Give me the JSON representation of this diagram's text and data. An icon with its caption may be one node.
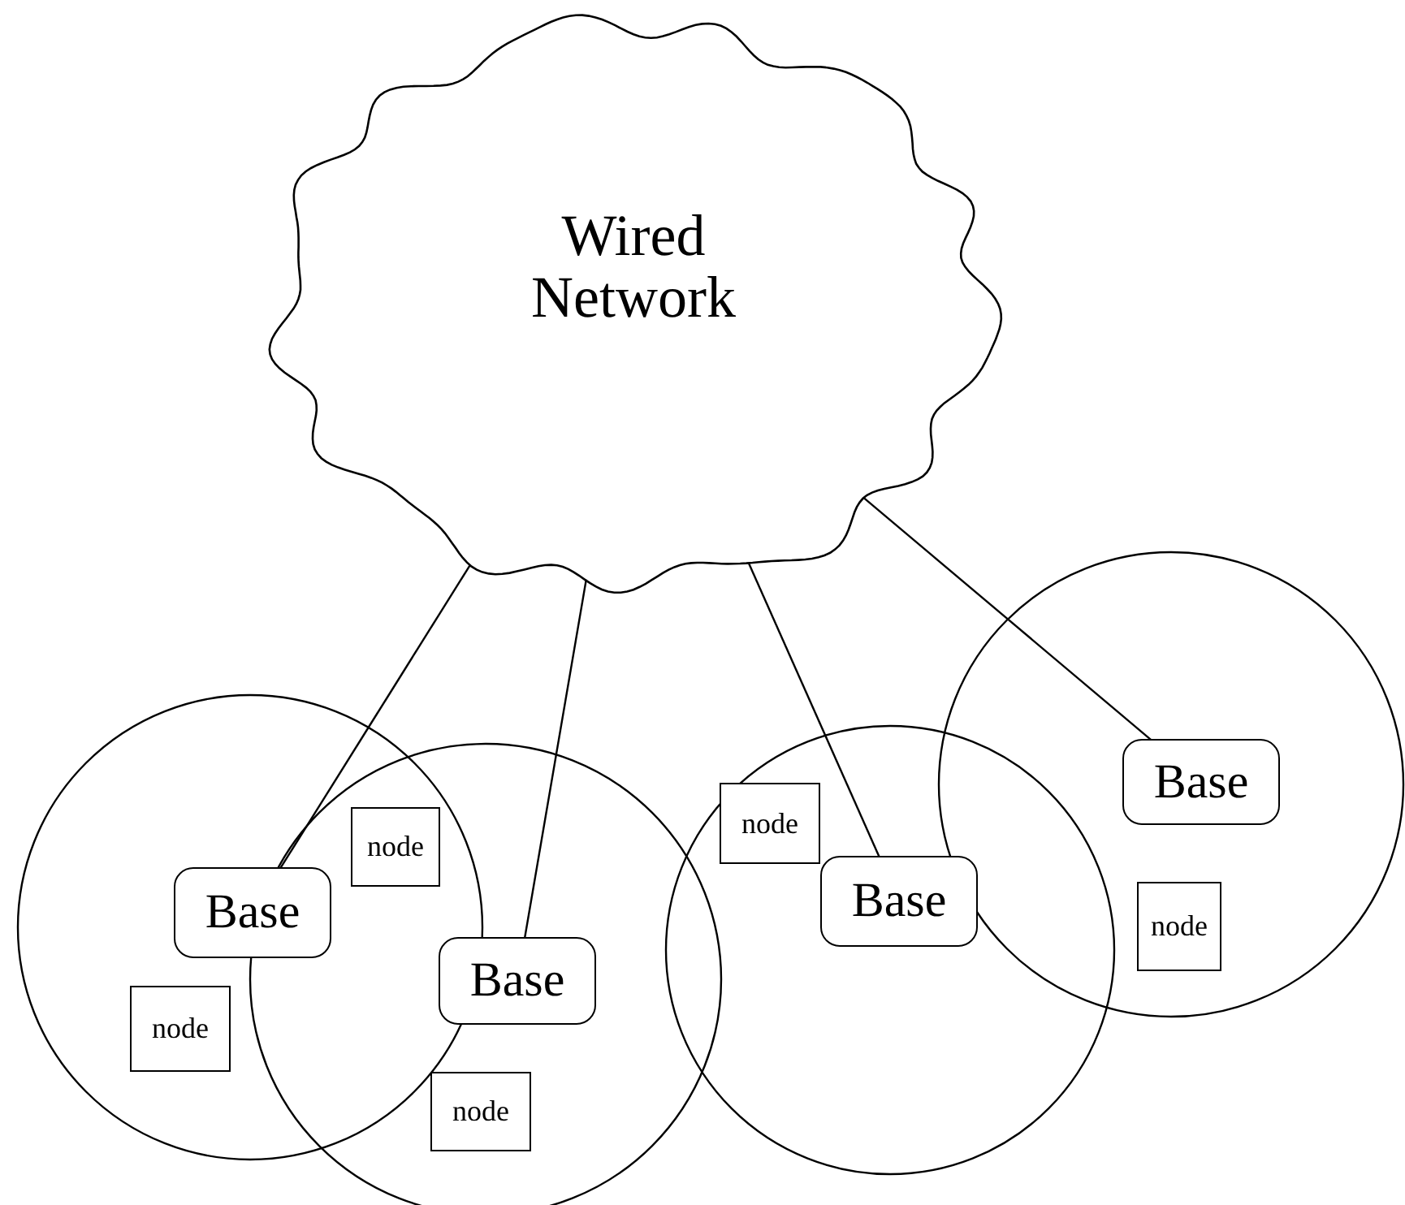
{
  "diagram": {
    "nodes": [
      {
        "text": [
          "Wired Network"
        ]
      },
      {
        "text": [
          "Base"
        ]
      },
      {
        "text": [
          "Base"
        ]
      },
      {
        "text": [
          "Base"
        ]
      },
      {
        "text": [
          "Base"
        ]
      },
      {
        "text": [
          "node"
        ]
      },
      {
        "text": [
          "node"
        ]
      },
      {
        "text": [
          "node"
        ]
      },
      {
        "text": [
          "node"
        ]
      },
      {
        "text": [
          "node"
        ]
      }
    ],
    "edges": [
      {
        "from": 0,
        "to": 1,
        "arrow": "none"
      },
      {
        "from": 0,
        "to": 2,
        "arrow": "none"
      },
      {
        "from": 0,
        "to": 3,
        "arrow": "none"
      },
      {
        "from": 0,
        "to": 4,
        "arrow": "none"
      }
    ]
  }
}
